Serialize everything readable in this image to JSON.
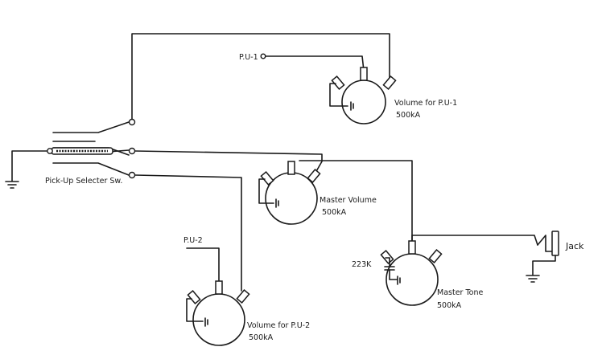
{
  "labels": {
    "pu1": "P.U-1",
    "pu2": "P.U-2",
    "vol1_name": "Volume for P.U-1",
    "vol1_value": "500kA",
    "vol2_name": "Volume for P.U-2",
    "vol2_value": "500kA",
    "master_vol_name": "Master Volume",
    "master_vol_value": "500kA",
    "master_tone_name": "Master Tone",
    "master_tone_value": "500kA",
    "cap_value": "223K",
    "jack": "Jack",
    "selector": "Pick-Up Selecter Sw."
  }
}
